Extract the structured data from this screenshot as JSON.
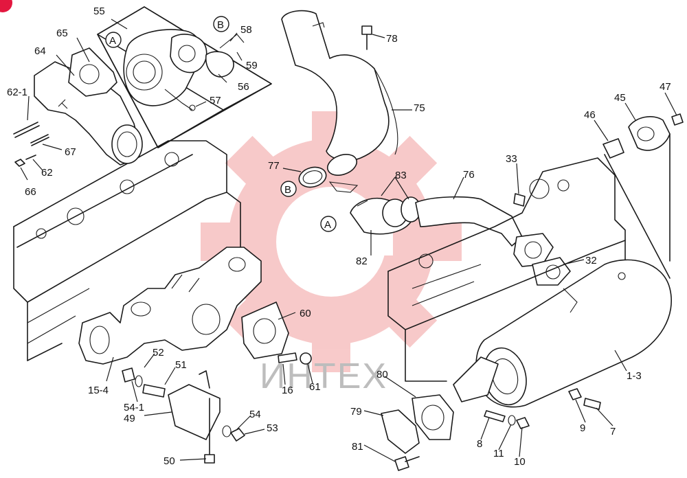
{
  "watermark": {
    "text": "ИНТЕХ",
    "gear_color": "#f5b8b8"
  },
  "corner_badge_color": "#e3173f",
  "callouts": {
    "a1": "A",
    "b1": "B",
    "a2": "A",
    "b2": "B"
  },
  "labels": {
    "l55": "55",
    "l65": "65",
    "l64": "64",
    "l58": "58",
    "l59": "59",
    "l56": "56",
    "l57": "57",
    "l62_1": "62-1",
    "l67": "67",
    "l62": "62",
    "l66": "66",
    "l78": "78",
    "l75": "75",
    "l77": "77",
    "l83": "83",
    "l76": "76",
    "l82": "82",
    "l33": "33",
    "l46": "46",
    "l45": "45",
    "l47": "47",
    "l32": "32",
    "l60": "60",
    "l52": "52",
    "l51": "51",
    "l15_4": "15-4",
    "l54_1": "54-1",
    "l49": "49",
    "l16": "16",
    "l61": "61",
    "l54": "54",
    "l53": "53",
    "l50": "50",
    "l80": "80",
    "l1_3": "1-3",
    "l79": "79",
    "l81": "81",
    "l8": "8",
    "l11": "11",
    "l10": "10",
    "l9": "9",
    "l7": "7"
  }
}
